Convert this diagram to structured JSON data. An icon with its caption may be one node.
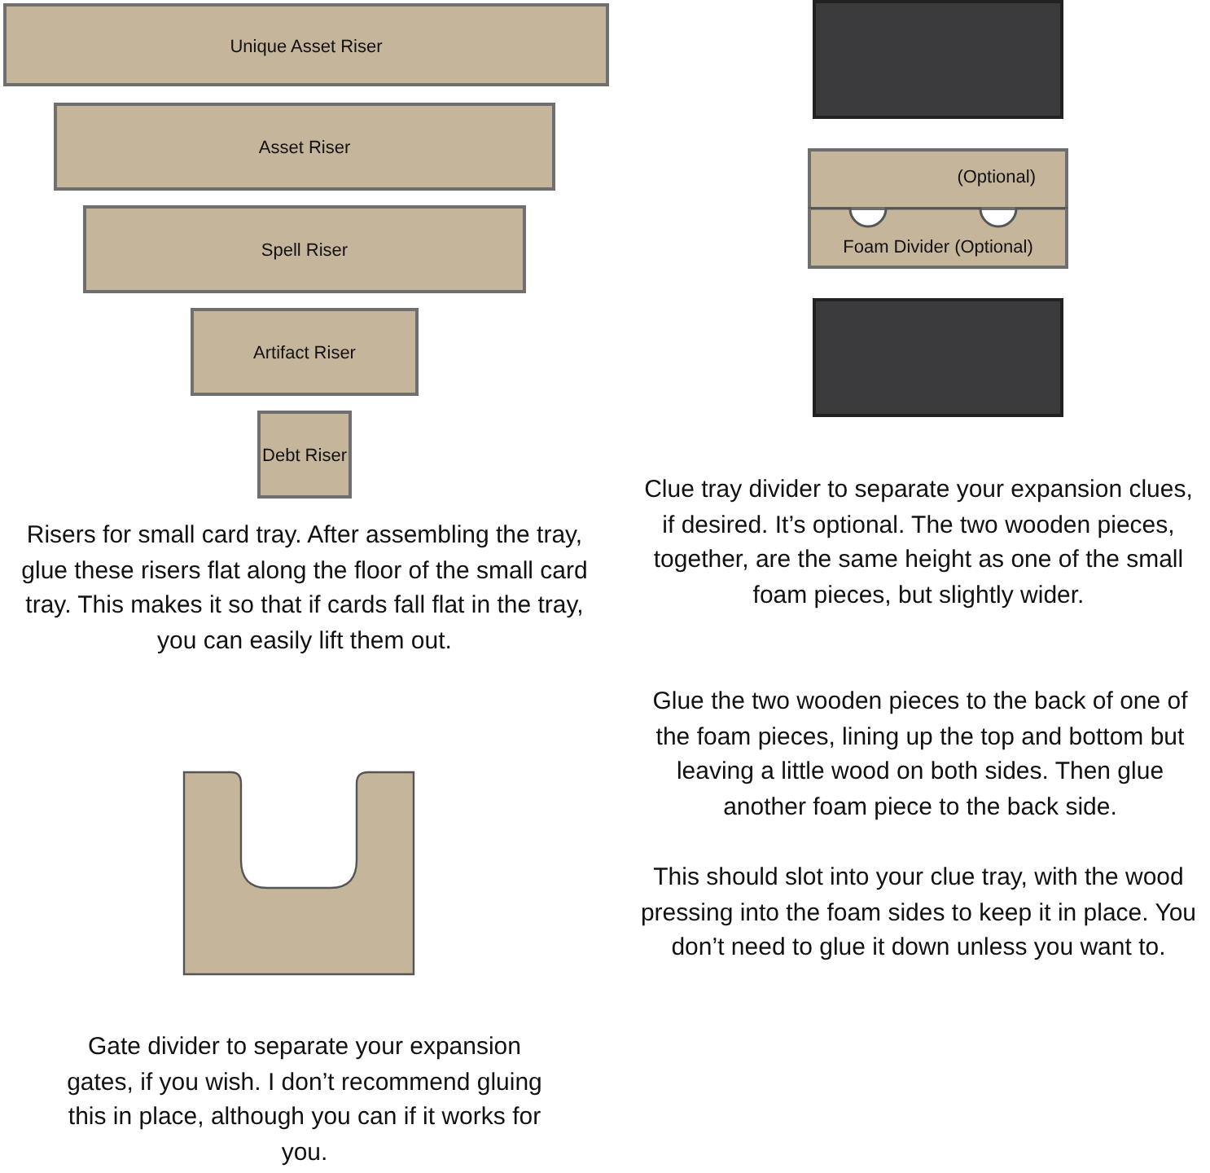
{
  "diagram": {
    "nodes": [
      {
        "text": [
          "Unique Asset Riser"
        ]
      },
      {
        "text": [
          "Asset Riser"
        ]
      },
      {
        "text": [
          "Spell Riser"
        ]
      },
      {
        "text": [
          "Artifact Riser"
        ]
      },
      {
        "text": [
          "Debt Riser"
        ]
      },
      {
        "text": [],
        "shape": "box"
      },
      {
        "text": [
          "(Optional)"
        ]
      },
      {
        "text": [
          "Foam Divider (Optional)"
        ]
      },
      {
        "text": [],
        "shape": "box"
      },
      {
        "text": [],
        "shape": "box"
      }
    ],
    "labels": [
      "Risers for small card tray. After assembling the tray, glue these risers flat along the floor of the small card tray. This makes it so that if cards fall flat in the tray, you can easily lift them out.",
      "Clue tray divider to separate your expansion clues, if desired. It’s optional. The two wooden pieces, together, are the same height as one of the small foam pieces, but slightly wider.",
      "Glue the two wooden pieces to the back of one of the foam pieces, lining up the top and bottom but leaving a little wood on both sides. Then glue another foam piece to the back side.",
      "This should slot into your clue tray, with the wood pressing into the foam sides to keep it in place. You don’t need to glue it down unless you want to.",
      "Gate divider to separate your expansion gates, if you wish. I don’t recommend gluing this in place, although you can if it works for you."
    ]
  }
}
